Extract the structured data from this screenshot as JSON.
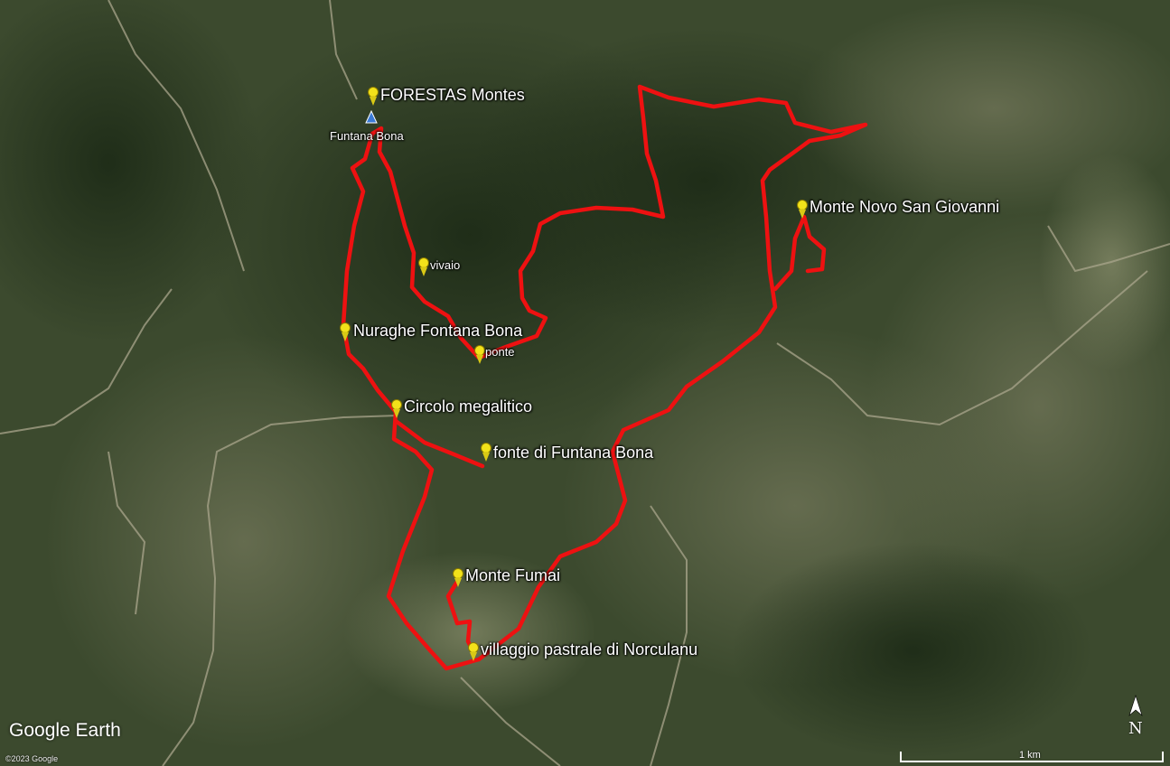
{
  "app": {
    "logo_text": "Google Earth",
    "copyright": "©2023 Google"
  },
  "compass": {
    "label": "N",
    "icon": "north-arrow-icon"
  },
  "scale": {
    "label": "1 km"
  },
  "colors": {
    "track": "#ee1111",
    "pin": "#f2e21a"
  },
  "placemarks": [
    {
      "label": "FORESTAS Montes"
    },
    {
      "label": "Funtana Bona"
    },
    {
      "label": "vivaio"
    },
    {
      "label": "Nuraghe Fontana Bona"
    },
    {
      "label": "ponte"
    },
    {
      "label": "Circolo megalitico"
    },
    {
      "label": "fonte di Funtana Bona"
    },
    {
      "label": "Monte Novo San Giovanni"
    },
    {
      "label": "Monte Fumai"
    },
    {
      "label": "villaggio pastrale di Norculanu"
    }
  ]
}
